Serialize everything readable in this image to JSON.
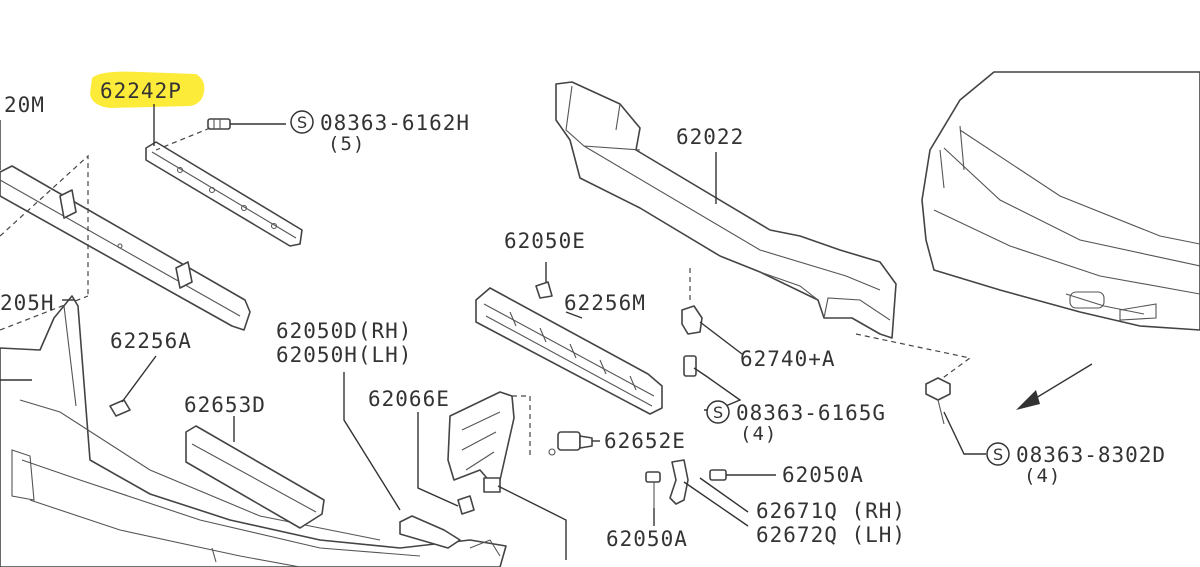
{
  "highlight_color": "#fdeb3a",
  "labels": {
    "l_20m": "20M",
    "l_205h": "205H",
    "l_62242p": "62242P",
    "l_s1": "08363-6162H",
    "l_s1_qty": "(5)",
    "l_62022": "62022",
    "l_62050e": "62050E",
    "l_62256m": "62256M",
    "l_62256a": "62256A",
    "l_62050d": "62050D(RH)",
    "l_62050h": "62050H(LH)",
    "l_62653d": "62653D",
    "l_62066e": "62066E",
    "l_62740a": "62740+A",
    "l_s2": "08363-6165G",
    "l_s2_qty": "(4)",
    "l_62652e": "62652E",
    "l_62050a_1": "62050A",
    "l_62671q": "62671Q (RH)",
    "l_62672q": "62672Q (LH)",
    "l_62050a_2": "62050A",
    "l_s3": "08363-8302D",
    "l_s3_qty": "(4)",
    "s_mark": "S"
  }
}
